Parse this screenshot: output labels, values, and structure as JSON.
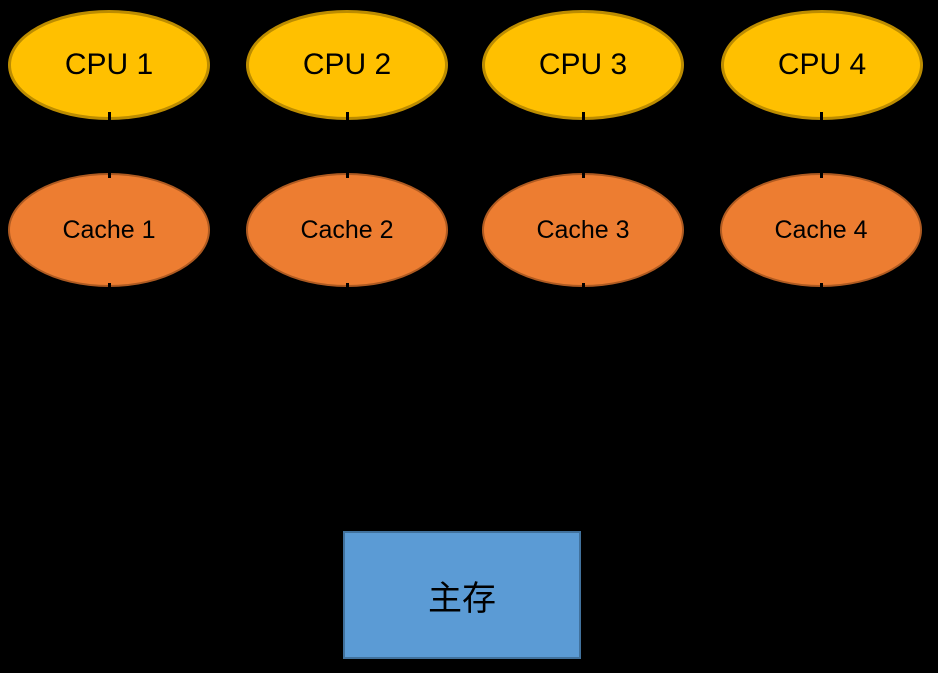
{
  "diagram": {
    "title": "multiprocessor-cache-memory-diagram",
    "background_color": "#000000",
    "cpus": [
      {
        "label": "CPU 1"
      },
      {
        "label": "CPU 2"
      },
      {
        "label": "CPU 3"
      },
      {
        "label": "CPU 4"
      }
    ],
    "caches": [
      {
        "label": "Cache 1"
      },
      {
        "label": "Cache 2"
      },
      {
        "label": "Cache 3"
      },
      {
        "label": "Cache 4"
      }
    ],
    "memory": {
      "label": "主存"
    },
    "colors": {
      "cpu_fill": "#FFC000",
      "cpu_border": "#BC8C00",
      "cache_fill": "#ED7D31",
      "cache_border": "#AE5A21",
      "memory_fill": "#5B9BD5",
      "memory_border": "#41719C",
      "text": "#000000",
      "connector": "#000000"
    }
  }
}
